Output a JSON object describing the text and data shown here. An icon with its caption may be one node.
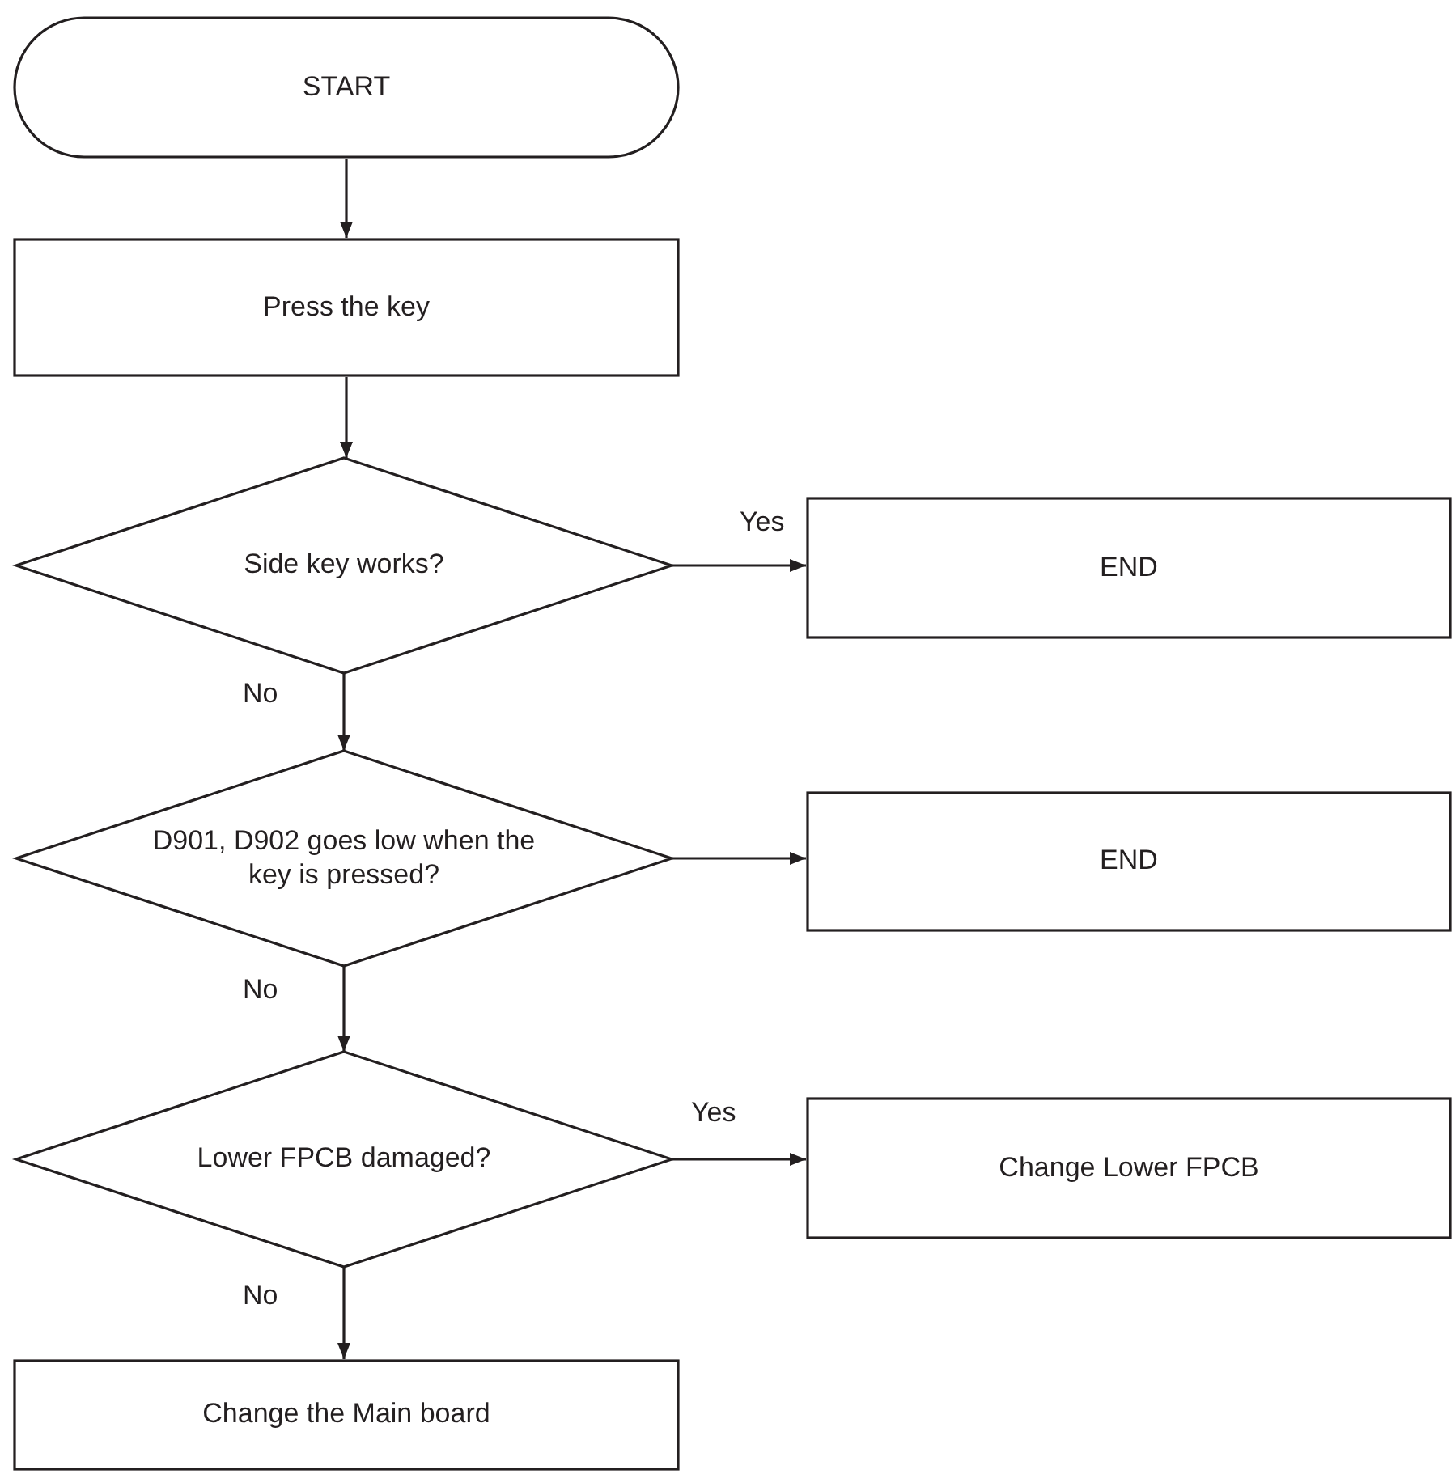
{
  "diagram": {
    "nodes": [
      {
        "text": [
          "START"
        ]
      },
      {
        "text": [
          "Press the key"
        ]
      },
      {
        "text": [
          "Side key works?"
        ]
      },
      {
        "text": [
          "END"
        ]
      },
      {
        "text": [
          "D901, D902 goes low when the key is pressed?"
        ]
      },
      {
        "text": [
          "END"
        ]
      },
      {
        "text": [
          "Lower FPCB damaged?"
        ]
      },
      {
        "text": [
          "Change Lower FPCB"
        ]
      },
      {
        "text": [
          "Change the Main board"
        ]
      }
    ],
    "edges": [
      {
        "from": 0,
        "to": 1,
        "arrow": "to"
      },
      {
        "from": 1,
        "to": 2,
        "arrow": "to"
      },
      {
        "from": 2,
        "to": 3,
        "arrow": "to",
        "label": "Yes"
      },
      {
        "from": 2,
        "to": 4,
        "arrow": "to",
        "label": "No"
      },
      {
        "from": 4,
        "to": 5,
        "arrow": "to"
      },
      {
        "from": 4,
        "to": 6,
        "arrow": "to",
        "label": "No"
      },
      {
        "from": 6,
        "to": 7,
        "arrow": "to",
        "label": "Yes"
      },
      {
        "from": 6,
        "to": 8,
        "arrow": "to",
        "label": "No"
      }
    ]
  }
}
